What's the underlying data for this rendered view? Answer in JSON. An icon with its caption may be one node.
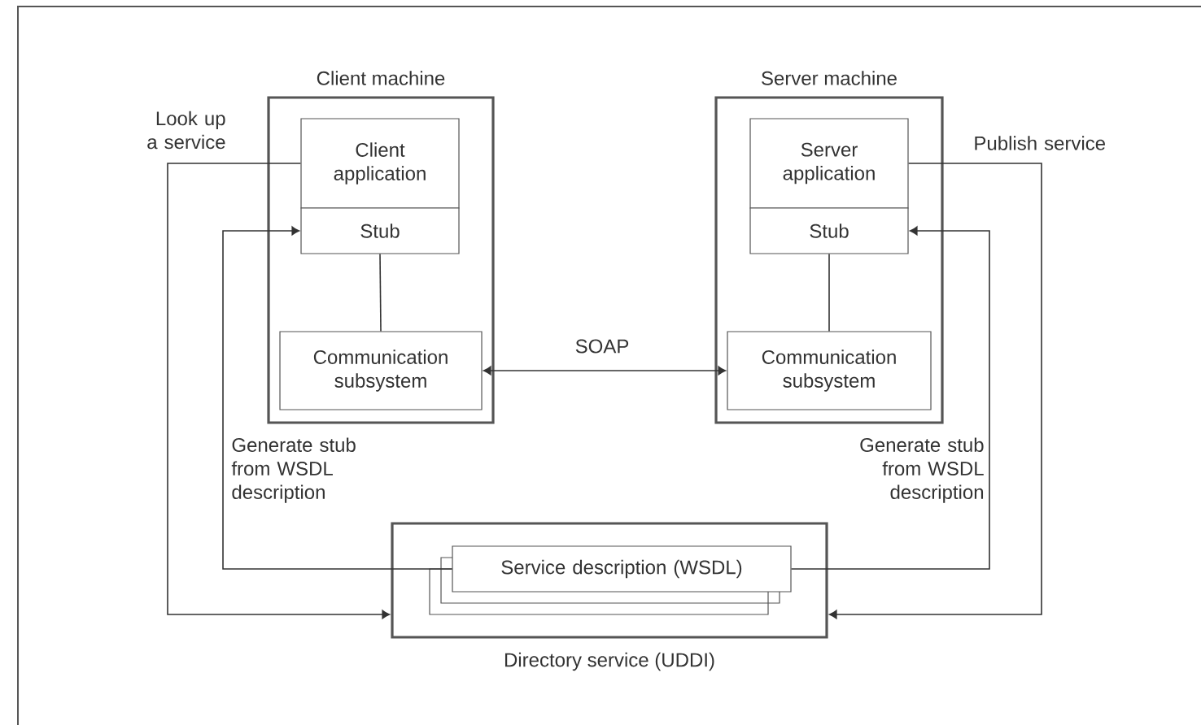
{
  "diagram": {
    "nodes": [
      {
        "text": [
          "Client machine"
        ]
      },
      {
        "text": [
          "Client application"
        ],
        "in": 0
      },
      {
        "text": [
          "Stub"
        ],
        "in": 0
      },
      {
        "text": [
          "Communication subsystem"
        ],
        "in": 0
      },
      {
        "text": [
          "Server machine"
        ]
      },
      {
        "text": [
          "Server application"
        ],
        "in": 4
      },
      {
        "text": [
          "Stub"
        ],
        "in": 4
      },
      {
        "text": [
          "Communication subsystem"
        ],
        "in": 4
      },
      {
        "text": [
          "Directory service (UDDI)"
        ]
      },
      {
        "text": [
          "Service description (WSDL)"
        ],
        "in": 8
      }
    ],
    "edges": [
      {
        "from": 1,
        "to": 8,
        "arrow": "to",
        "label": "Look up a service"
      },
      {
        "from": 9,
        "to": 2,
        "arrow": "to",
        "label": "Generate stub from WSDL description"
      },
      {
        "from": 3,
        "to": 7,
        "arrow": "both",
        "label": "SOAP"
      },
      {
        "from": 5,
        "to": 8,
        "arrow": "to",
        "label": "Publish service"
      },
      {
        "from": 9,
        "to": 6,
        "arrow": "to",
        "label": "Generate stub from WSDL description"
      },
      {
        "from": 2,
        "to": 3,
        "arrow": "none"
      },
      {
        "from": 6,
        "to": 7,
        "arrow": "none"
      }
    ]
  }
}
